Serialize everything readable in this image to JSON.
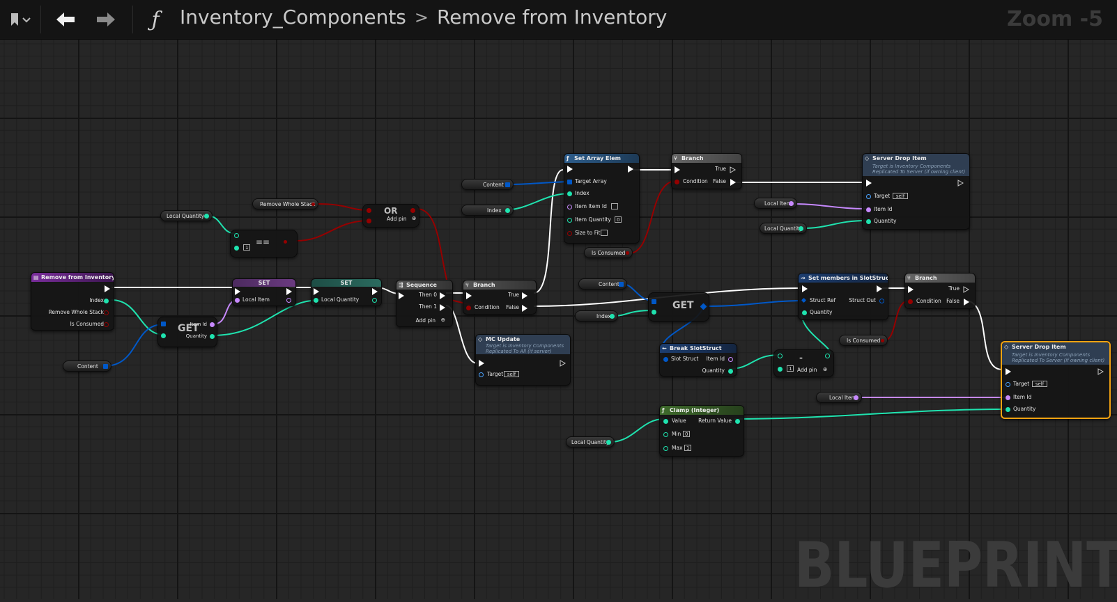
{
  "toolbar": {
    "bookmark_icon": "bookmark-icon",
    "back_icon": "arrow-left-icon",
    "forward_icon": "arrow-right-icon",
    "function_icon": "function-icon"
  },
  "breadcrumb": {
    "parent": "Inventory_Components",
    "separator": ">",
    "current": "Remove from Inventory"
  },
  "zoom_label": "Zoom -5",
  "watermark": "BLUEPRINT",
  "colors": {
    "exec": "#ffffff",
    "integer": "#1fe3af",
    "struct": "#0058c8",
    "bool": "#950000",
    "name": "#c789ff",
    "selected_border": "#f3a311"
  },
  "nodes": {
    "remove_from_inventory": {
      "title": "Remove from Inventory",
      "pins": [
        "Index",
        "Remove Whole Stack",
        "Is Consumed"
      ]
    },
    "get_left": {
      "title": "GET",
      "pins": [
        "Item Id",
        "Quantity"
      ]
    },
    "content_left": {
      "label": "Content"
    },
    "local_quantity_top": {
      "label": "Local Quantity"
    },
    "equals": {
      "title": "==",
      "default": "1"
    },
    "remove_whole_stack": {
      "label": "Remove Whole Stack"
    },
    "or": {
      "title": "OR",
      "add_pin": "Add pin"
    },
    "set_item": {
      "title": "SET",
      "pin": "Local Item"
    },
    "set_quantity": {
      "title": "SET",
      "pin": "Local Quantity"
    },
    "sequence": {
      "title": "Sequence",
      "pins": [
        "Then 0",
        "Then 1"
      ],
      "add_pin": "Add pin"
    },
    "branch_mid": {
      "title": "Branch",
      "pins": [
        "Condition",
        "True",
        "False"
      ]
    },
    "mc_update": {
      "title": "MC Update",
      "sub1": "Target is Inventory Components",
      "sub2": "Replicated To All (if server)",
      "target": "Target",
      "target_val": "self"
    },
    "content_top": {
      "label": "Content"
    },
    "index_top": {
      "label": "Index"
    },
    "set_array_elem": {
      "title": "Set Array Elem",
      "pins": [
        "Target Array",
        "Index",
        "Item Item Id",
        "Item Quantity",
        "Size to Fit"
      ],
      "qty_default": "0"
    },
    "is_consumed_top": {
      "label": "Is Consumed"
    },
    "branch_top": {
      "title": "Branch",
      "pins": [
        "Condition",
        "True",
        "False"
      ]
    },
    "server_drop_top": {
      "title": "Server Drop Item",
      "sub1": "Target is Inventory Components",
      "sub2": "Replicated To Server (if owning client)",
      "pins": [
        "Target",
        "Item Id",
        "Quantity"
      ],
      "target_val": "self"
    },
    "local_item_top": {
      "label": "Local Item"
    },
    "local_quantity_right": {
      "label": "Local Quantity"
    },
    "content_mid": {
      "label": "Content"
    },
    "index_mid": {
      "label": "Index"
    },
    "get_mid": {
      "title": "GET"
    },
    "break_slotstruct": {
      "title": "Break SlotStruct",
      "pins": [
        "Slot Struct",
        "Item Id",
        "Quantity"
      ]
    },
    "subtract": {
      "title": "-",
      "default": "1",
      "add_pin": "Add pin"
    },
    "set_members": {
      "title": "Set members in SlotStruct",
      "pins": [
        "Struct Ref",
        "Quantity",
        "Struct Out"
      ]
    },
    "branch_right": {
      "title": "Branch",
      "pins": [
        "Condition",
        "True",
        "False"
      ]
    },
    "is_consumed_right": {
      "label": "Is Consumed"
    },
    "server_drop_bottom": {
      "title": "Server Drop Item",
      "sub1": "Target is Inventory Components",
      "sub2": "Replicated To Server (if owning client)",
      "pins": [
        "Target",
        "Item Id",
        "Quantity"
      ],
      "target_val": "self"
    },
    "local_item_bottom": {
      "label": "Local Item"
    },
    "clamp": {
      "title": "Clamp (Integer)",
      "pins": [
        "Value",
        "Min",
        "Max",
        "Return Value"
      ],
      "min": "0",
      "max": "1"
    },
    "local_quantity_bottom": {
      "label": "Local Quantity"
    }
  }
}
